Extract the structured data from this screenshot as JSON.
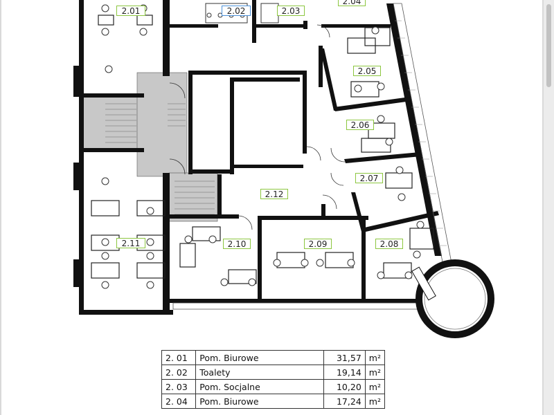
{
  "rooms": {
    "r201": "2.01",
    "r202": "2.02",
    "r203": "2.03",
    "r204": "2.04",
    "r205": "2.05",
    "r206": "2.06",
    "r207": "2.07",
    "r208": "2.08",
    "r209": "2.09",
    "r210": "2.10",
    "r211": "2.11",
    "r212": "2.12"
  },
  "area_table": {
    "rows": [
      {
        "no": "2. 01",
        "name": "Pom. Biurowe",
        "area": "31,57",
        "unit": "m²"
      },
      {
        "no": "2. 02",
        "name": "Toalety",
        "area": "19,14",
        "unit": "m²"
      },
      {
        "no": "2. 03",
        "name": "Pom. Socjalne",
        "area": "10,20",
        "unit": "m²"
      },
      {
        "no": "2. 04",
        "name": "Pom. Biurowe",
        "area": "17,24",
        "unit": "m²"
      }
    ]
  },
  "colors": {
    "wall": "#111111",
    "stair": "#c8c8c8",
    "room_label_border": "#8cc63f",
    "wc_label_border": "#4a90d9"
  }
}
